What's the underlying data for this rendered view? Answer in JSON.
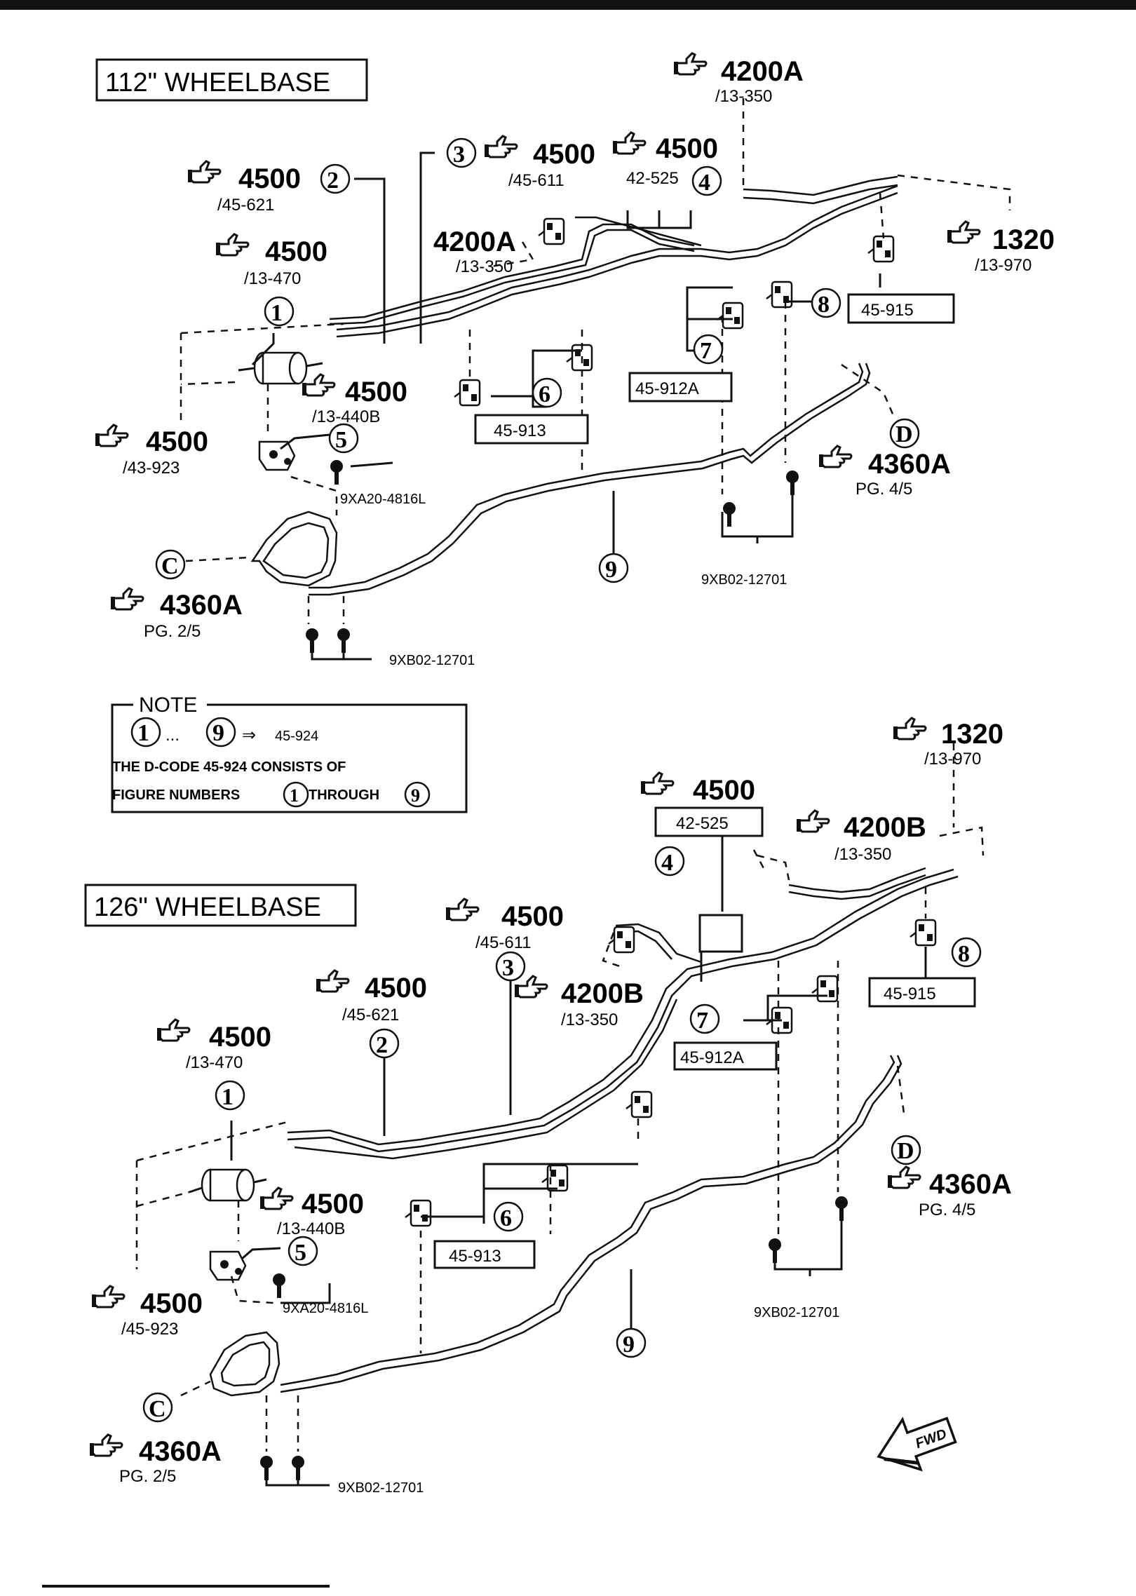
{
  "top": {
    "wheelbase": "112\" WHEELBASE",
    "refs": {
      "r4200A_top": {
        "code": "4200A",
        "page": "/13-350"
      },
      "r4500_611": {
        "code": "4500",
        "page": "/45-611",
        "num": "3"
      },
      "r4500_525": {
        "code": "4500",
        "page": "42-525",
        "num": "4"
      },
      "r4500_621": {
        "code": "4500",
        "page": "/45-621",
        "num": "2"
      },
      "r4500_470": {
        "code": "4500",
        "page": "/13-470"
      },
      "r4200A_mid": {
        "code": "4200A",
        "page": "/13-350"
      },
      "r1320": {
        "code": "1320",
        "page": "/13-970"
      },
      "r4500_440": {
        "code": "4500",
        "page": "/13-440B"
      },
      "r4500_923": {
        "code": "4500",
        "page": "/43-923"
      },
      "r4360_d": {
        "code": "4360A",
        "page": "PG. 4/5"
      },
      "r4360_c": {
        "code": "4360A",
        "page": "PG. 2/5"
      }
    },
    "callouts": {
      "n1": "1",
      "n5": "5",
      "n6": "6",
      "n7": "7",
      "n8": "8",
      "n9": "9",
      "c": "C",
      "d": "D"
    },
    "boxes": {
      "b913": "45-913",
      "b912": "45-912A",
      "b915": "45-915"
    },
    "parts": {
      "pA": "9XA20-4816L",
      "pB1": "9XB02-12701",
      "pB2": "9XB02-12701"
    }
  },
  "note": {
    "title": "NOTE",
    "n1": "1",
    "dots": "...",
    "n9": "9",
    "arrow": "⇒",
    "code": "45-924",
    "line2": "THE D-CODE  45-924 CONSISTS OF",
    "line3a": "FIGURE NUMBERS",
    "line3n1": "1",
    "line3b": "THROUGH",
    "line3n9": "9"
  },
  "bottom": {
    "wheelbase": "126\" WHEELBASE",
    "refs": {
      "r1320": {
        "code": "1320",
        "page": "/13-970"
      },
      "r4500_525": {
        "code": "4500",
        "page": "42-525",
        "num": "4"
      },
      "r4200B_top": {
        "code": "4200B",
        "page": "/13-350"
      },
      "r4500_611": {
        "code": "4500",
        "page": "/45-611",
        "num": "3"
      },
      "r4500_621": {
        "code": "4500",
        "page": "/45-621",
        "num": "2"
      },
      "r4200B_mid": {
        "code": "4200B",
        "page": "/13-350"
      },
      "r4500_470": {
        "code": "4500",
        "page": "/13-470",
        "num": "1"
      },
      "r4500_440": {
        "code": "4500",
        "page": "/13-440B"
      },
      "r4500_923": {
        "code": "4500",
        "page": "/45-923"
      },
      "r4360_d": {
        "code": "4360A",
        "page": "PG. 4/5"
      },
      "r4360_c": {
        "code": "4360A",
        "page": "PG. 2/5"
      }
    },
    "callouts": {
      "n5": "5",
      "n6": "6",
      "n7": "7",
      "n8": "8",
      "n9": "9",
      "c": "C",
      "d": "D"
    },
    "boxes": {
      "b913": "45-913",
      "b912": "45-912A",
      "b915": "45-915"
    },
    "parts": {
      "pA": "9XA20-4816L",
      "pB1": "9XB02-12701",
      "pB2": "9XB02-12701"
    },
    "fwd": "FWD"
  },
  "icons": {
    "pointer": "pointing-hand-icon"
  }
}
